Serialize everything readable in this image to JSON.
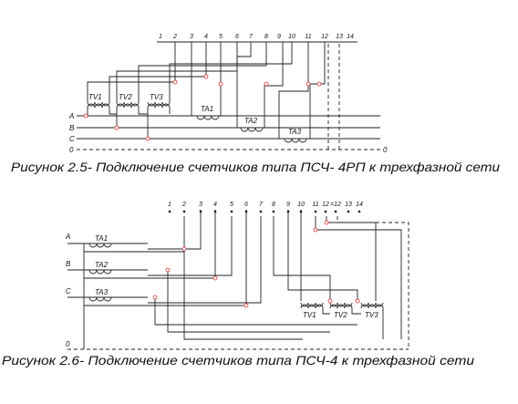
{
  "figure1": {
    "terminals": [
      "1",
      "2",
      "3",
      "4",
      "5",
      "6",
      "7",
      "8",
      "9",
      "10",
      "11",
      "12",
      "13",
      "14"
    ],
    "phases": [
      "A",
      "B",
      "C",
      "0"
    ],
    "zero_right": "0",
    "tv": [
      "TV1",
      "TV2",
      "TV3"
    ],
    "ta": [
      "TA1",
      "TA2",
      "TA3"
    ],
    "caption": "Рисунок 2.5- Подключение счетчиков типа ПСЧ- 4РП к трехфазной сети"
  },
  "figure2": {
    "terminals": [
      "1",
      "2",
      "3",
      "4",
      "5",
      "6",
      "7",
      "8",
      "9",
      "10",
      "11",
      "12",
      "=12",
      "13",
      "14"
    ],
    "phases": [
      "A",
      "B",
      "C",
      "0"
    ],
    "ta": [
      "TA1",
      "TA2",
      "TA3"
    ],
    "tv": [
      "TV1",
      "TV2",
      "TV3"
    ],
    "caption": "Рисунок 2.6- Подключение счетчиков типа ПСЧ-4 к трехфазной сети"
  }
}
